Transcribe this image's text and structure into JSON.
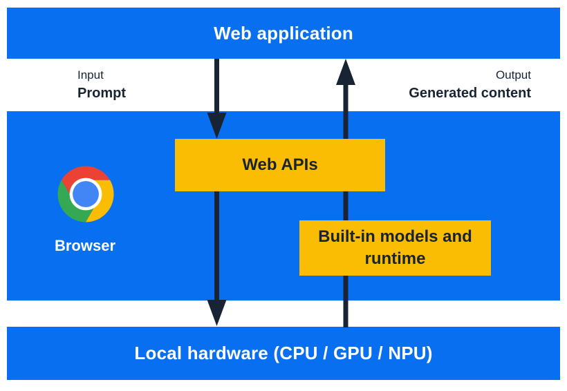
{
  "colors": {
    "layer_blue": "#0870F0",
    "box_yellow": "#FBBC04",
    "ink_navy": "#182433",
    "text_white": "#FFFFFF",
    "chrome_red": "#EA4335",
    "chrome_yellow": "#FBBC04",
    "chrome_green": "#34A853",
    "chrome_blue": "#4285F4"
  },
  "layers": {
    "web_application": {
      "label": "Web application"
    },
    "browser": {
      "label": "Browser"
    },
    "local_hardware": {
      "label": "Local hardware (CPU / GPU / NPU)"
    }
  },
  "io": {
    "input": {
      "caption": "Input",
      "value": "Prompt"
    },
    "output": {
      "caption": "Output",
      "value": "Generated content"
    }
  },
  "boxes": {
    "web_apis": {
      "label": "Web APIs"
    },
    "built_in": {
      "label": "Built-in models and runtime"
    }
  },
  "icons": {
    "chrome_logo": "chrome-browser-logo"
  },
  "arrows": {
    "input_flow": "web application to local hardware (down)",
    "output_flow": "local hardware to web application (up)"
  }
}
